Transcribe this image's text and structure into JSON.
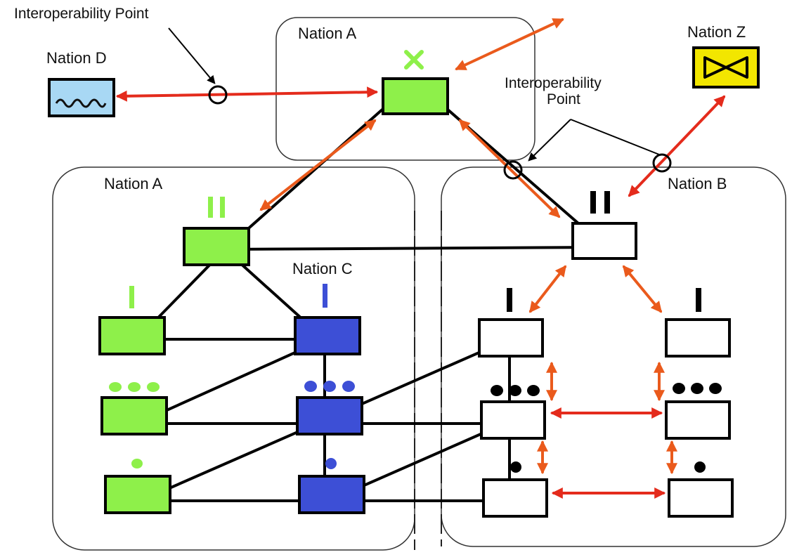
{
  "labels": {
    "interop_point_top_left": "Interoperability Point",
    "interop_point_right_line1": "Interoperability",
    "interop_point_right_line2": "Point",
    "nation_a_top": "Nation A",
    "nation_a_left": "Nation A",
    "nation_b": "Nation B",
    "nation_c": "Nation C",
    "nation_d": "Nation D",
    "nation_z": "Nation Z"
  },
  "colors": {
    "nation_a_fill": "#8ef04a",
    "nation_c_fill": "#3d4fd6",
    "nation_b_fill": "#ffffff",
    "nation_d_fill": "#a8d8f4",
    "nation_z_fill": "#f2e600",
    "red_arrow": "#e42b1c",
    "orange_arrow": "#ea5a1c",
    "outline": "#000000"
  },
  "symbols": {
    "nation_d": "wave-symbol",
    "nation_z": "bowtie-symbol",
    "top_hq": "x-marker",
    "echelon_ii": "double-bar",
    "echelon_i": "single-bar",
    "echelon_battalion": "three-dots",
    "echelon_company": "single-dot"
  }
}
